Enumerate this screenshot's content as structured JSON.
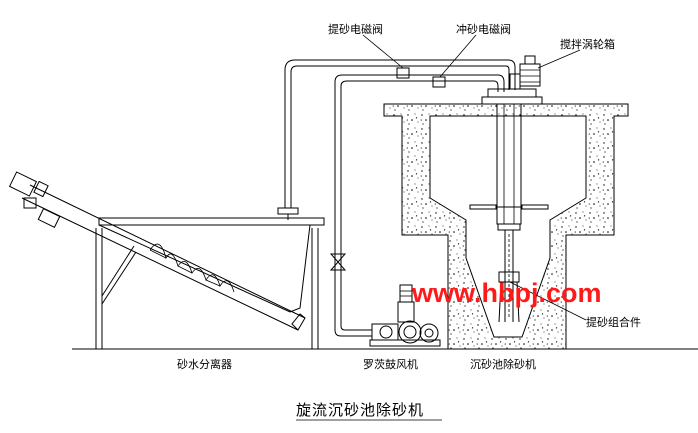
{
  "labels": {
    "sand_lift_valve": "提砂电磁阀",
    "sand_flush_valve": "冲砂电磁阀",
    "gearbox": "搅拌涡轮箱",
    "separator": "砂水分离器",
    "blower": "罗茨鼓风机",
    "grit_remover": "沉砂池除砂机",
    "sand_lift_assembly": "提砂组合件"
  },
  "title": "旋流沉砂池除砂机",
  "watermark": "www.hbpj.com"
}
